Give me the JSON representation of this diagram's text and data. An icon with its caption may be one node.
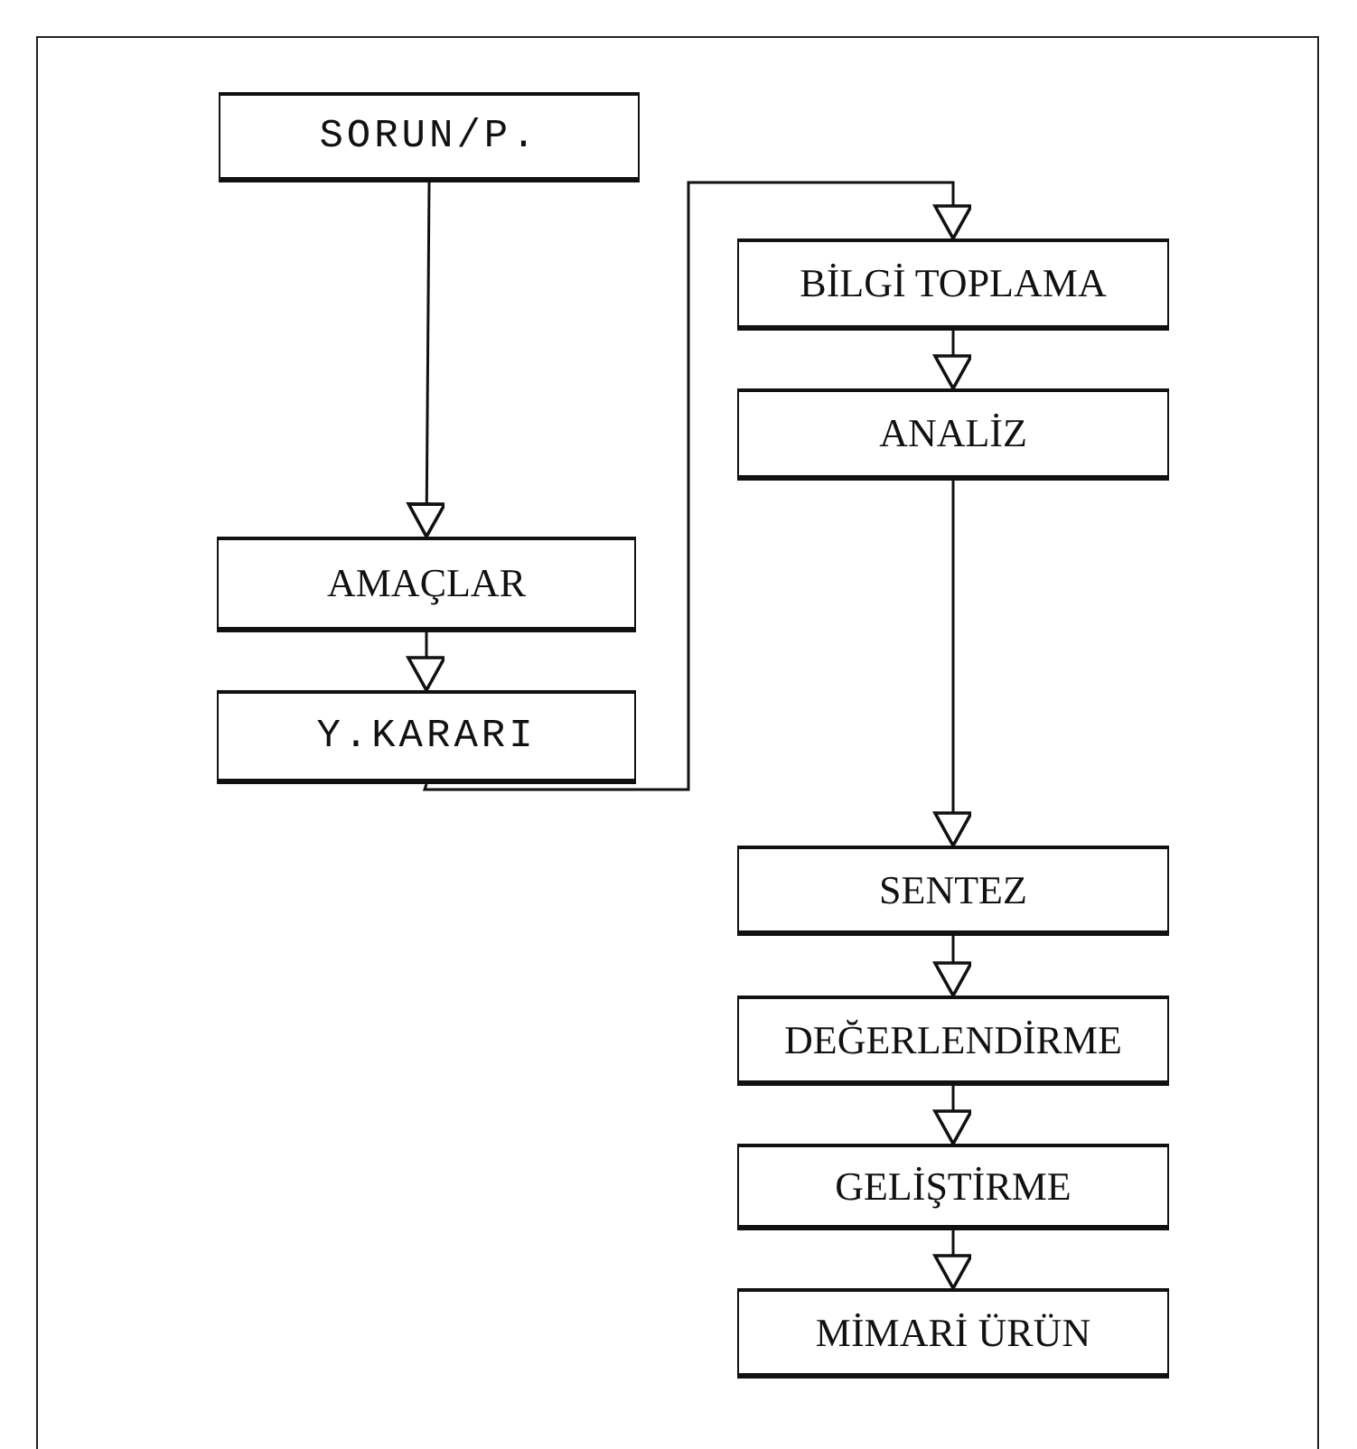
{
  "diagram": {
    "nodes": [
      {
        "text": [
          "SORUN/P."
        ]
      },
      {
        "text": [
          "AMAÇLAR"
        ]
      },
      {
        "text": [
          "Y.KARARI"
        ]
      },
      {
        "text": [
          "BİLGİ TOPLAMA"
        ]
      },
      {
        "text": [
          "ANALİZ"
        ]
      },
      {
        "text": [
          "SENTEZ"
        ]
      },
      {
        "text": [
          "DEĞERLENDİRME"
        ]
      },
      {
        "text": [
          "GELİŞTİRME"
        ]
      },
      {
        "text": [
          "MİMARİ ÜRÜN"
        ]
      }
    ],
    "edges": [
      {
        "from": 0,
        "to": 1,
        "arrow": "to"
      },
      {
        "from": 1,
        "to": 2,
        "arrow": "to"
      },
      {
        "from": 2,
        "to": 3,
        "arrow": "to"
      },
      {
        "from": 3,
        "to": 4,
        "arrow": "to"
      },
      {
        "from": 4,
        "to": 5,
        "arrow": "to"
      },
      {
        "from": 5,
        "to": 6,
        "arrow": "to"
      },
      {
        "from": 6,
        "to": 7,
        "arrow": "to"
      },
      {
        "from": 7,
        "to": 8,
        "arrow": "to"
      }
    ]
  }
}
